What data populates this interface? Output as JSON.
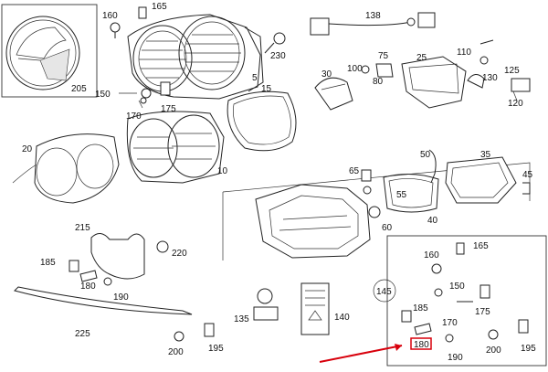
{
  "callouts": [
    {
      "id": "c160a",
      "text": "160"
    },
    {
      "id": "c165a",
      "text": "165"
    },
    {
      "id": "c205",
      "text": "205"
    },
    {
      "id": "c150a",
      "text": "150"
    },
    {
      "id": "c170a",
      "text": "170"
    },
    {
      "id": "c175a",
      "text": "175"
    },
    {
      "id": "c5",
      "text": "5"
    },
    {
      "id": "c230",
      "text": "230"
    },
    {
      "id": "c138",
      "text": "138"
    },
    {
      "id": "c75",
      "text": "75"
    },
    {
      "id": "c100",
      "text": "100"
    },
    {
      "id": "c80",
      "text": "80"
    },
    {
      "id": "c30",
      "text": "30"
    },
    {
      "id": "c25",
      "text": "25"
    },
    {
      "id": "c110",
      "text": "110"
    },
    {
      "id": "c125",
      "text": "125"
    },
    {
      "id": "c130",
      "text": "130"
    },
    {
      "id": "c120",
      "text": "120"
    },
    {
      "id": "c15",
      "text": "15"
    },
    {
      "id": "c20",
      "text": "20"
    },
    {
      "id": "c10",
      "text": "10"
    },
    {
      "id": "c50",
      "text": "50"
    },
    {
      "id": "c35",
      "text": "35"
    },
    {
      "id": "c65",
      "text": "65"
    },
    {
      "id": "c45",
      "text": "45"
    },
    {
      "id": "c55",
      "text": "55"
    },
    {
      "id": "c60",
      "text": "60"
    },
    {
      "id": "c40",
      "text": "40"
    },
    {
      "id": "c215",
      "text": "215"
    },
    {
      "id": "c220",
      "text": "220"
    },
    {
      "id": "c185a",
      "text": "185"
    },
    {
      "id": "c180a",
      "text": "180"
    },
    {
      "id": "c190a",
      "text": "190"
    },
    {
      "id": "c225",
      "text": "225"
    },
    {
      "id": "c135",
      "text": "135"
    },
    {
      "id": "c140",
      "text": "140"
    },
    {
      "id": "c200a",
      "text": "200"
    },
    {
      "id": "c195a",
      "text": "195"
    },
    {
      "id": "c160b",
      "text": "160"
    },
    {
      "id": "c165b",
      "text": "165"
    },
    {
      "id": "c145",
      "text": "145"
    },
    {
      "id": "c150b",
      "text": "150"
    },
    {
      "id": "c185b",
      "text": "185"
    },
    {
      "id": "c175b",
      "text": "175"
    },
    {
      "id": "c170b",
      "text": "170"
    },
    {
      "id": "c180b",
      "text": "180"
    },
    {
      "id": "c190b",
      "text": "190"
    },
    {
      "id": "c200b",
      "text": "200"
    },
    {
      "id": "c195b",
      "text": "195"
    }
  ],
  "colors": {
    "line": "#222222",
    "highlight": "#d8000c",
    "background": "#ffffff"
  }
}
